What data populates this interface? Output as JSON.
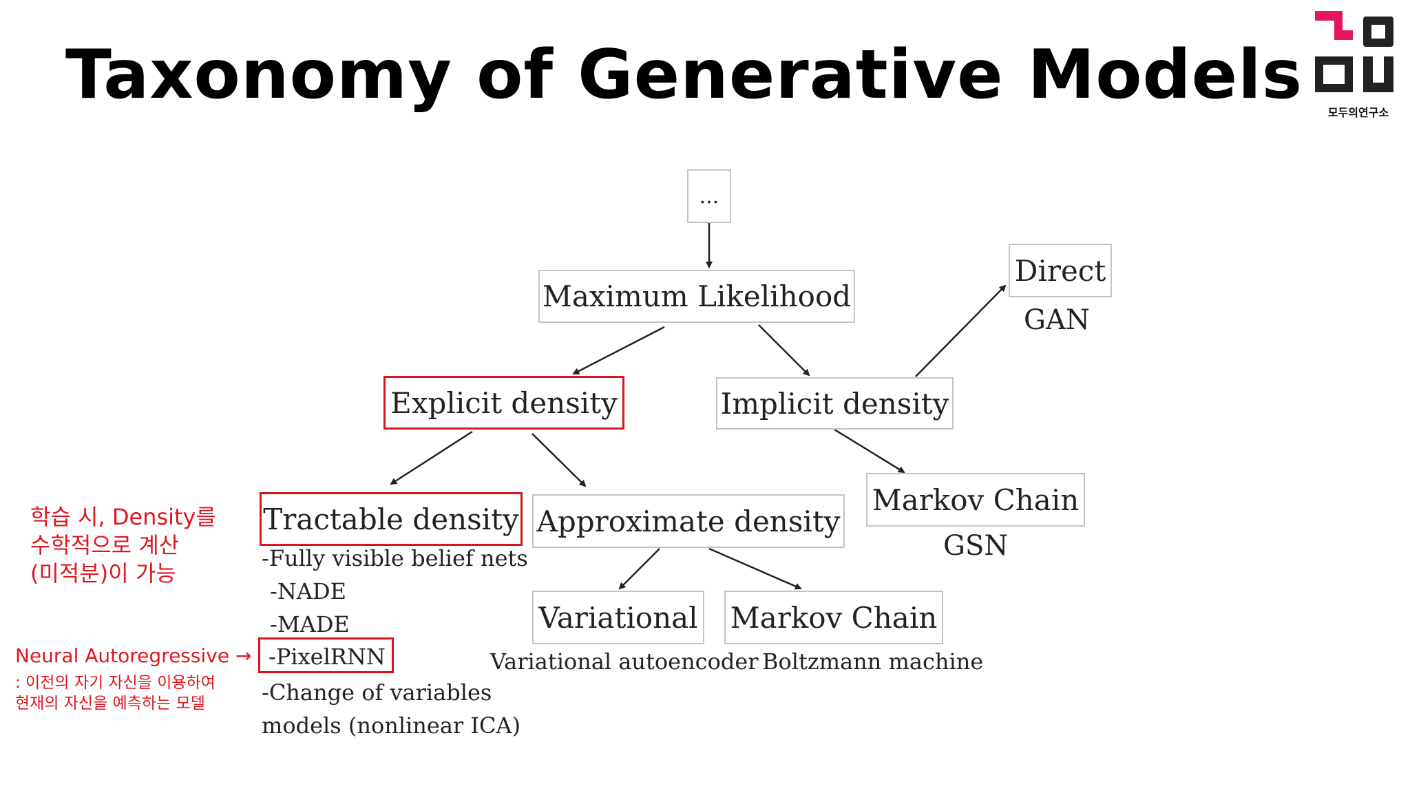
{
  "title": "Taxonomy of Generative Models",
  "logo": {
    "caption": "모두의연구소",
    "colors": {
      "pink": "#e6155f",
      "dark": "#222222"
    }
  },
  "diagram": {
    "root": "...",
    "maximum_likelihood": "Maximum Likelihood",
    "explicit_density": "Explicit density",
    "implicit_density": "Implicit density",
    "direct": "Direct",
    "gan": "GAN",
    "markov_chain_implicit": "Markov Chain",
    "gsn": "GSN",
    "tractable_density": "Tractable density",
    "approximate_density": "Approximate density",
    "tractable_items": [
      "-Fully visible belief nets",
      "-NADE",
      "-MADE",
      "-PixelRNN",
      "-Change of variables",
      "models (nonlinear ICA)"
    ],
    "variational": "Variational",
    "variational_sub": "Variational autoencoder",
    "markov_chain_approx": "Markov Chain",
    "boltzmann": "Boltzmann machine"
  },
  "annotations": {
    "tractable_note": [
      "학습 시, Density를",
      "수학적으로 계산",
      "(미적분)이 가능"
    ],
    "pixelrnn_note_title": "Neural Autoregressive →",
    "pixelrnn_note_lines": [
      ": 이전의 자기 자신을 이용하여",
      "현재의 자신을 예측하는 모델"
    ]
  },
  "colors": {
    "highlight": "#d8141d",
    "annotation_text": "#e0161e",
    "box_border": "#c4c4c4"
  }
}
